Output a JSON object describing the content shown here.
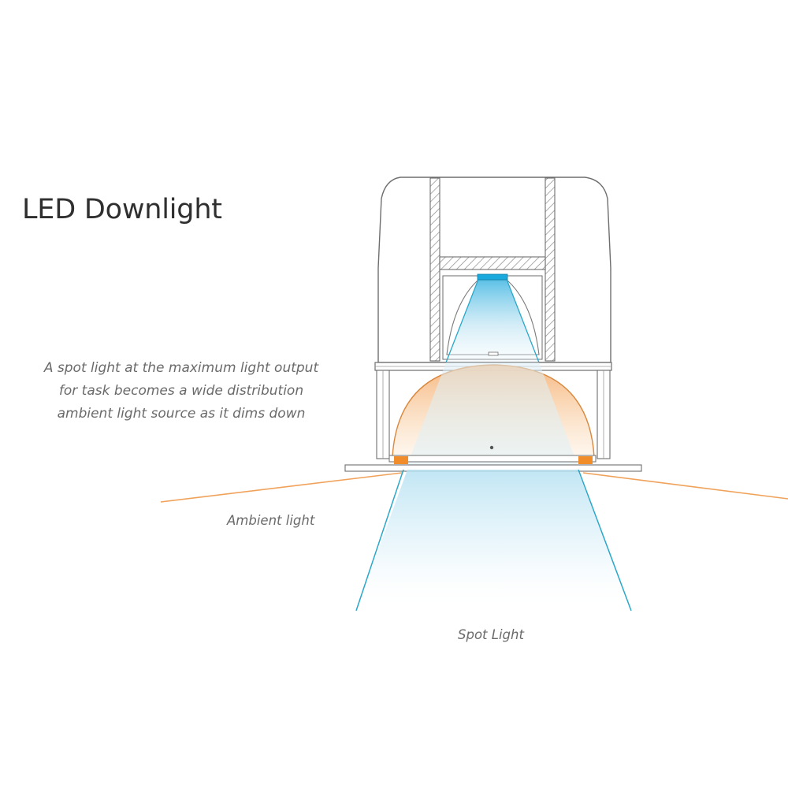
{
  "title": "LED Downlight",
  "description": [
    "A spot light at the maximum light output",
    "for task becomes a wide distribution",
    "ambient light source as it dims down"
  ],
  "labels": {
    "ambient": "Ambient light",
    "spot": "Spot Light"
  },
  "colors": {
    "outline": "#6e6e6e",
    "spot_beam": "#2aa7c9",
    "spot_source": "#1aa9dd",
    "ambient_beam": "#f0a25a",
    "ambient_source": "#f08c2a",
    "text": "#6a6a6a",
    "title": "#2f2f2f"
  }
}
